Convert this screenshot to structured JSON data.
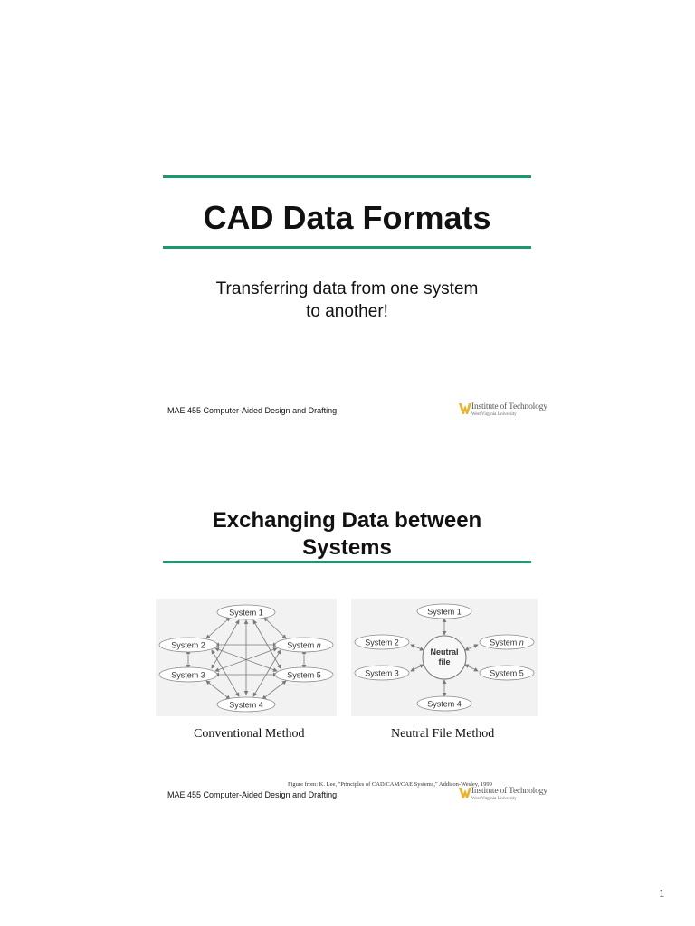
{
  "slide1": {
    "title": "CAD Data Formats",
    "subtitle_line1": "Transferring data from one system",
    "subtitle_line2": "to another!",
    "footer": "MAE 455 Computer-Aided Design and Drafting"
  },
  "slide2": {
    "title_line1": "Exchanging Data between",
    "title_line2": "Systems",
    "conventional": {
      "nodes": {
        "s1": "System 1",
        "s2": "System 2",
        "s3": "System 3",
        "s4": "System 4",
        "s5": "System 5",
        "sn_prefix": "System ",
        "sn_var": "n"
      },
      "caption": "Conventional Method"
    },
    "neutral": {
      "nodes": {
        "s1": "System 1",
        "s2": "System 2",
        "s3": "System 3",
        "s4": "System 4",
        "s5": "System 5",
        "sn_prefix": "System ",
        "sn_var": "n",
        "hub_line1": "Neutral",
        "hub_line2": "file"
      },
      "caption": "Neutral File Method"
    },
    "credit": "Figure from: K. Lee, \"Principles of CAD/CAM/CAE Systems,\" Addison-Wesley, 1999",
    "footer": "MAE 455 Computer-Aided Design and Drafting"
  },
  "logo": {
    "line1": "Institute of Technology",
    "line2": "West Virginia University"
  },
  "page_number": "1",
  "colors": {
    "rule": "#1a9a6c",
    "logo_gold": "#e8b430",
    "diagram_bg": "#f2f2f2",
    "node_fill": "#ffffff",
    "node_stroke": "#8a8a8a",
    "arrow": "#7a7a7a"
  }
}
